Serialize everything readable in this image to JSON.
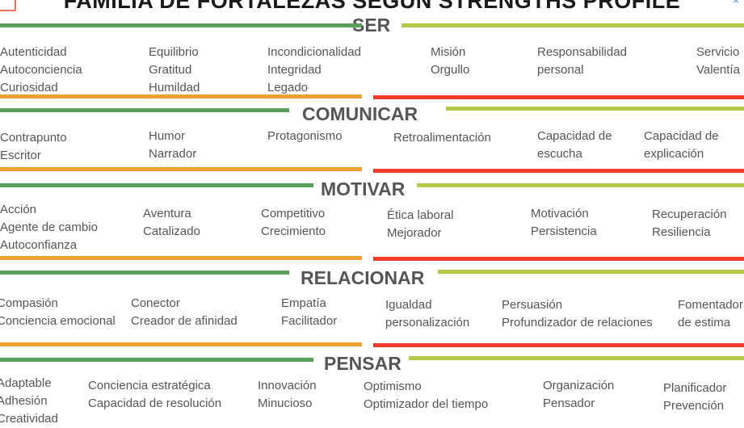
{
  "title": "FAMILIA DE FORTALEZAS SEGÚN STRENGTHS PROFILE",
  "close_icon": "×",
  "sections": [
    {
      "name": "SER",
      "columns": [
        [
          "Autenticidad",
          "Autoconciencia",
          "Curiosidad"
        ],
        [
          "Equilibrio",
          "Gratitud",
          "Humildad"
        ],
        [
          "Incondicionalidad",
          "Integridad",
          "Legado"
        ],
        [
          "Misión",
          "Orgullo"
        ],
        [
          "Responsabilidad",
          "personal"
        ],
        [
          "Servicio",
          "Valentía"
        ]
      ]
    },
    {
      "name": "COMUNICAR",
      "columns": [
        [
          "Contrapunto",
          "Escritor"
        ],
        [
          "Humor",
          "Narrador"
        ],
        [
          "Protagonismo"
        ],
        [
          "Retroalimentación"
        ],
        [
          "Capacidad de",
          "escucha"
        ],
        [
          "Capacidad de",
          "explicación"
        ]
      ]
    },
    {
      "name": "MOTIVAR",
      "columns": [
        [
          "Acción",
          "Agente de cambio",
          "Autoconfianza"
        ],
        [
          "Aventura",
          "Catalizado"
        ],
        [
          "Competitivo",
          "Crecimiento"
        ],
        [
          "Ética laboral",
          "Mejorador"
        ],
        [
          "Motivación",
          "Persistencia"
        ],
        [
          "Recuperación",
          "Resiliencia"
        ]
      ]
    },
    {
      "name": "RELACIONAR",
      "columns": [
        [
          "Compasión",
          "Conciencia emocional"
        ],
        [
          "Conector",
          "Creador de afinidad"
        ],
        [
          "Empatía",
          "Facilitador"
        ],
        [
          "Igualdad",
          "personalización"
        ],
        [
          "Persuasión",
          "Profundizador de relaciones"
        ],
        [
          "Fomentador",
          "de estima"
        ]
      ]
    },
    {
      "name": "PENSAR",
      "columns": [
        [
          "Adaptable",
          "Adhesión",
          "Creatividad"
        ],
        [
          "Conciencia estratégica",
          "Capacidad de resolución"
        ],
        [
          "Innovación",
          "Minucioso"
        ],
        [
          "Optimismo",
          "Optimizador del tiempo"
        ],
        [
          "Organización",
          "Pensador"
        ],
        [
          "Planificador",
          "Prevención"
        ]
      ]
    }
  ]
}
